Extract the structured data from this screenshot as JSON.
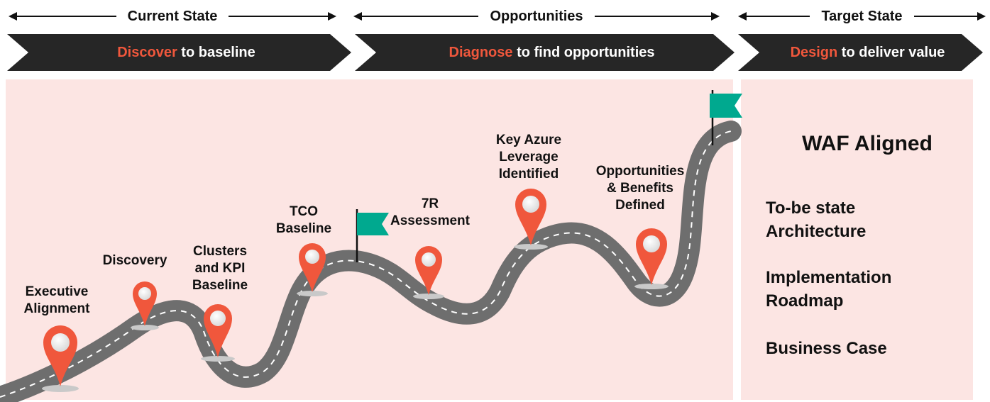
{
  "phases": [
    {
      "label": "Current State"
    },
    {
      "label": "Opportunities"
    },
    {
      "label": "Target State"
    }
  ],
  "chevrons": [
    {
      "accent": "Discover",
      "rest": " to baseline"
    },
    {
      "accent": "Diagnose",
      "rest": " to find opportunities"
    },
    {
      "accent": "Design",
      "rest": " to deliver value"
    }
  ],
  "milestones": {
    "executive": "Executive\nAlignment",
    "discovery": "Discovery",
    "clusters": "Clusters\nand KPI\nBaseline",
    "tco": "TCO\nBaseline",
    "sevenr": "7R\nAssessment",
    "azure": "Key Azure\nLeverage\nIdentified",
    "opportunities": "Opportunities\n& Benefits\nDefined"
  },
  "target": {
    "title": "WAF Aligned",
    "items": [
      "To-be state\nArchitecture",
      "Implementation\nRoadmap",
      "Business Case"
    ]
  },
  "colors": {
    "accent": "#f0573c",
    "chevron": "#262626",
    "panel": "#fce5e3",
    "road": "#6e6e6e",
    "pin": "#f0573c",
    "flag": "#00a98f"
  },
  "icons": [
    "map-pin-icon",
    "flag-icon"
  ]
}
